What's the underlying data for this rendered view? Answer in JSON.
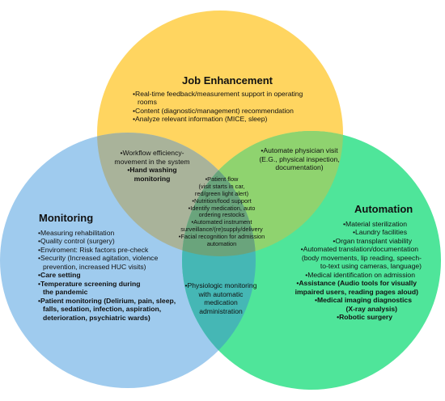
{
  "colors": {
    "job_enhancement": "#ffd560",
    "monitoring": "#9fcbee",
    "automation": "#4fe59a",
    "job_monitoring_overlap": "#a9b39a",
    "job_automation_overlap": "#8fd36f",
    "monitoring_automation_overlap": "#45b7b5",
    "center": "#6aa47c"
  },
  "job_enhancement": {
    "title": "Job Enhancement",
    "items": [
      "•Real-time feedback/measurement support in operating",
      "rooms",
      "•Content (diagnostic/management) recommendation",
      "•Analyze relevant  information (MICE, sleep)"
    ]
  },
  "monitoring": {
    "title": "Monitoring",
    "items": [
      {
        "text": "•Measuring rehabilitation",
        "bold": false
      },
      {
        "text": "•Quality control (surgery)",
        "bold": false
      },
      {
        "text": "•Enviroment: Risk factors pre-check",
        "bold": false
      },
      {
        "text": "•Security (Increased agitation, violence",
        "bold": false
      },
      {
        "text": "  prevention, increased HUC visits)",
        "bold": false
      },
      {
        "text": "•Care setting",
        "bold": true
      },
      {
        "text": "•Temperature screening during",
        "bold": true
      },
      {
        "text": "  the pandemic",
        "bold": true
      },
      {
        "text": "•Patient monitoring (Delirium, pain, sleep,",
        "bold": true
      },
      {
        "text": "  falls, sedation, infection, aspiration,",
        "bold": true
      },
      {
        "text": "  deterioration, psychiatric wards)",
        "bold": true
      }
    ]
  },
  "automation": {
    "title": "Automation",
    "items": [
      {
        "text": "•Material sterilization",
        "bold": false
      },
      {
        "text": "•Laundry facilities",
        "bold": false
      },
      {
        "text": "•Organ transplant viability",
        "bold": false
      },
      {
        "text": "•Automated translation/documentation",
        "bold": false
      },
      {
        "text": "(body movements, lip reading, speech-",
        "bold": false
      },
      {
        "text": "to-text using cameras, language)",
        "bold": false
      },
      {
        "text": "•Medical identification on admission",
        "bold": false
      },
      {
        "text": "•Assistance (Audio tools for visually",
        "bold": true
      },
      {
        "text": "impaired users, reading pages aloud)",
        "bold": true
      },
      {
        "text": "•Medical imaging diagnostics",
        "bold": true
      },
      {
        "text": "(X-ray analysis)",
        "bold": true
      },
      {
        "text": "•Robotic surgery",
        "bold": true
      }
    ]
  },
  "job_monitoring": {
    "items": [
      {
        "text": "•Workflow efficiency-",
        "bold": false
      },
      {
        "text": "movement in the system",
        "bold": false
      },
      {
        "text": "•Hand washing",
        "bold": true
      },
      {
        "text": "monitoring",
        "bold": true
      }
    ]
  },
  "job_automation": {
    "items": [
      "•Automate physician visit",
      "(E.G., physical inspection,",
      "documentation)"
    ]
  },
  "monitoring_automation": {
    "items": [
      "•Physiologic monitoring",
      "with automatic",
      "medication",
      "administration"
    ]
  },
  "center": {
    "items": [
      "•Patient flow",
      "(visit starts in car,",
      "red/green light alert)",
      "•Nutrition/food support",
      "•Identify medication, auto",
      "ordering restocks",
      "•Automated instrument",
      "surveillance/(re)supply/delivery",
      "•Facial recognition for admission",
      "automation"
    ]
  }
}
